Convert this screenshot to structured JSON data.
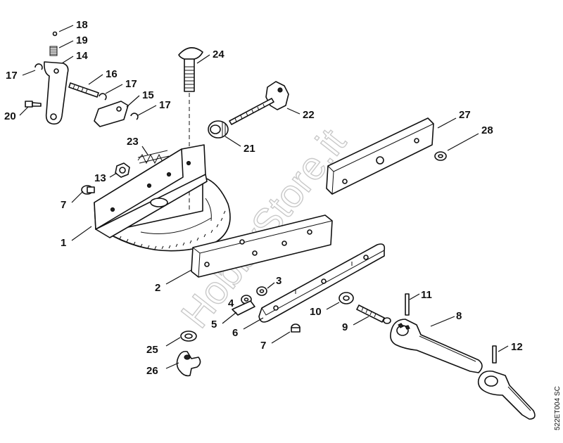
{
  "diagram": {
    "watermark": "HobbyStore.it",
    "drawing_code": "522ET004 SC",
    "callouts": [
      {
        "id": "c18",
        "text": "18"
      },
      {
        "id": "c19",
        "text": "19"
      },
      {
        "id": "c14",
        "text": "14"
      },
      {
        "id": "c17a",
        "text": "17"
      },
      {
        "id": "c16",
        "text": "16"
      },
      {
        "id": "c17b",
        "text": "17"
      },
      {
        "id": "c15",
        "text": "15"
      },
      {
        "id": "c17c",
        "text": "17"
      },
      {
        "id": "c20",
        "text": "20"
      },
      {
        "id": "c24",
        "text": "24"
      },
      {
        "id": "c22",
        "text": "22"
      },
      {
        "id": "c21",
        "text": "21"
      },
      {
        "id": "c23",
        "text": "23"
      },
      {
        "id": "c13",
        "text": "13"
      },
      {
        "id": "c7a",
        "text": "7"
      },
      {
        "id": "c1",
        "text": "1"
      },
      {
        "id": "c27",
        "text": "27"
      },
      {
        "id": "c28",
        "text": "28"
      },
      {
        "id": "c2",
        "text": "2"
      },
      {
        "id": "c3",
        "text": "3"
      },
      {
        "id": "c4",
        "text": "4"
      },
      {
        "id": "c5",
        "text": "5"
      },
      {
        "id": "c6",
        "text": "6"
      },
      {
        "id": "c10",
        "text": "10"
      },
      {
        "id": "c9",
        "text": "9"
      },
      {
        "id": "c7b",
        "text": "7"
      },
      {
        "id": "c11",
        "text": "11"
      },
      {
        "id": "c8",
        "text": "8"
      },
      {
        "id": "c12",
        "text": "12"
      },
      {
        "id": "c25",
        "text": "25"
      },
      {
        "id": "c26",
        "text": "26"
      }
    ]
  }
}
